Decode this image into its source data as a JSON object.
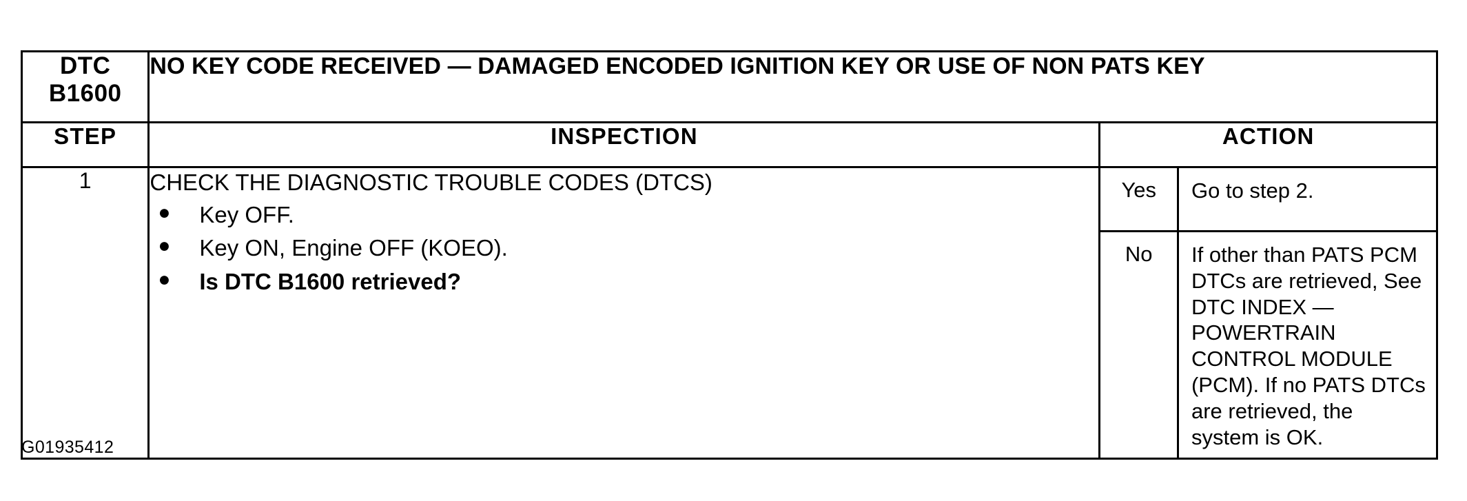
{
  "document": {
    "figure_code": "G01935412"
  },
  "table": {
    "dtc_code": "DTC B1600",
    "dtc_title": "NO KEY CODE RECEIVED — DAMAGED ENCODED IGNITION KEY OR USE OF NON PATS KEY",
    "headers": {
      "step": "STEP",
      "inspection": "INSPECTION",
      "action": "ACTION"
    },
    "rows": [
      {
        "step": "1",
        "inspection": {
          "heading": "CHECK THE DIAGNOSTIC TROUBLE CODES (DTCS)",
          "bullets": [
            {
              "text": "Key OFF.",
              "bold": false
            },
            {
              "text": "Key ON, Engine OFF (KOEO).",
              "bold": false
            },
            {
              "text": "Is DTC B1600 retrieved?",
              "bold": true
            }
          ]
        },
        "actions": [
          {
            "answer": "Yes",
            "result": "Go to step 2."
          },
          {
            "answer": "No",
            "result": "If other than PATS PCM DTCs are retrieved, See DTC INDEX — POWERTRAIN CONTROL MODULE (PCM). If no PATS DTCs are retrieved, the system is OK."
          }
        ]
      }
    ]
  },
  "bullet_glyph": "●"
}
